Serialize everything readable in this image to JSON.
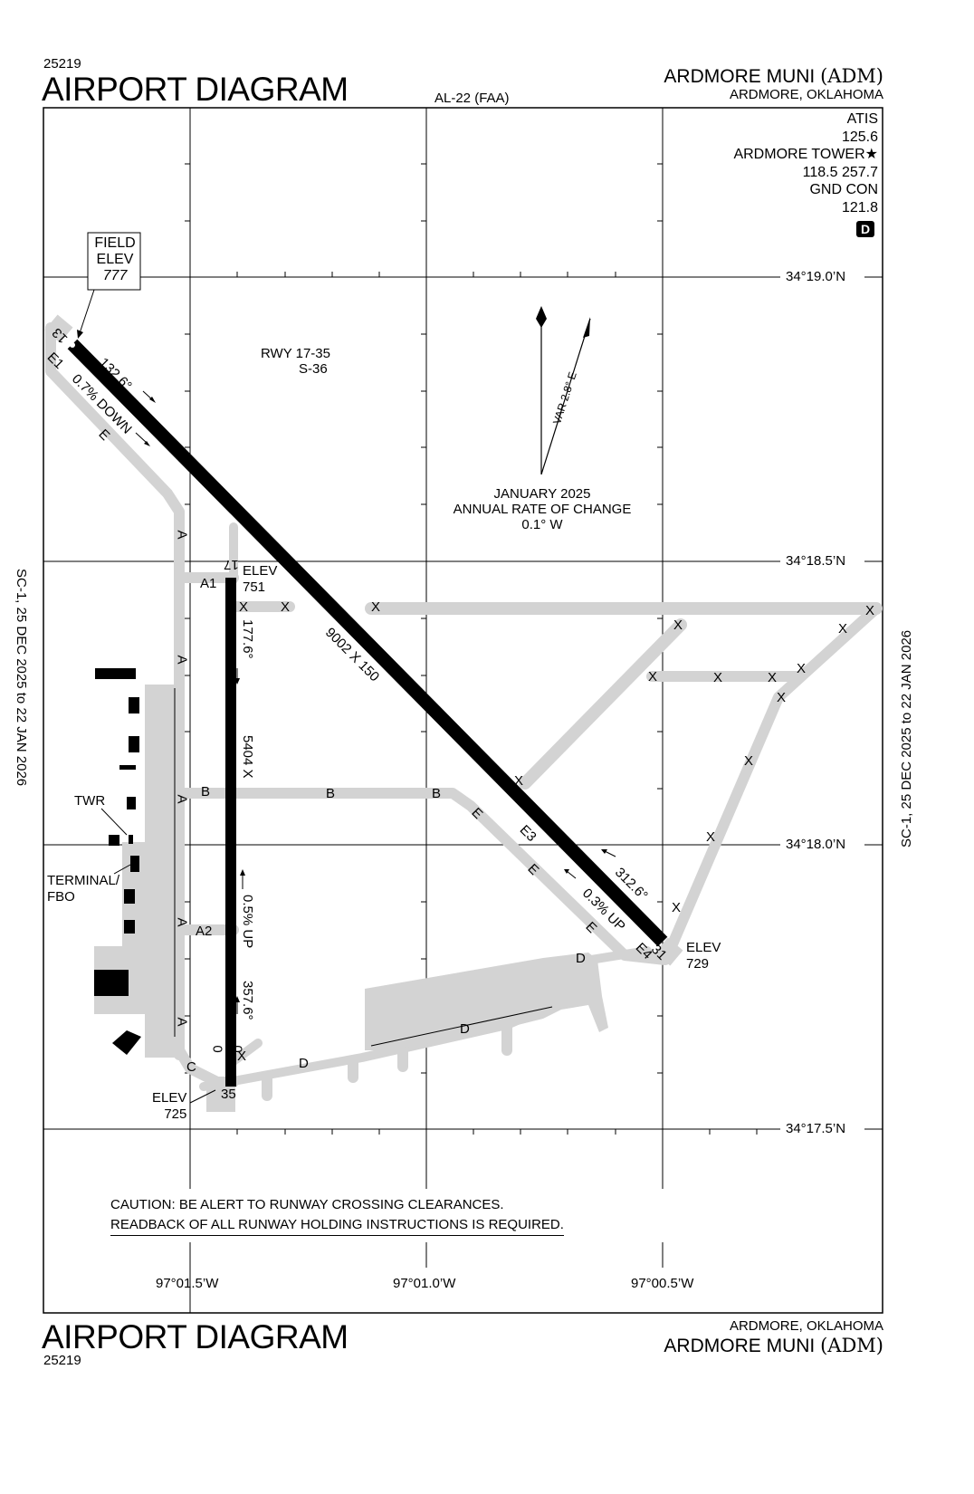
{
  "header": {
    "chart_id": "25219",
    "title": "AIRPORT DIAGRAM",
    "chart_code": "AL-22 (FAA)",
    "airport_name": "ARDMORE MUNI",
    "airport_id": "(ADM)",
    "location": "ARDMORE, OKLAHOMA"
  },
  "footer": {
    "chart_id": "25219",
    "title": "AIRPORT DIAGRAM",
    "airport_name": "ARDMORE MUNI",
    "airport_id": "(ADM)",
    "location": "ARDMORE, OKLAHOMA"
  },
  "margin_notes": {
    "left": "SC-1, 25 DEC 2025 to 22 JAN 2026",
    "right": "SC-1, 25 DEC 2025 to 22 JAN 2026"
  },
  "comms": {
    "atis_label": "ATIS",
    "atis_freq": "125.6",
    "tower_label": "ARDMORE TOWER★",
    "tower_freq": "118.5  257.7",
    "gnd_label": "GND CON",
    "gnd_freq": "121.8",
    "airspace_class": "D"
  },
  "field_elev": {
    "label1": "FIELD",
    "label2": "ELEV",
    "value": "777"
  },
  "latitudes": [
    "34°19.0’N",
    "34°18.5’N",
    "34°18.0’N",
    "34°17.5’N"
  ],
  "longitudes": [
    "97°01.5’W",
    "97°01.0’W",
    "97°00.5’W"
  ],
  "magnetic": {
    "var": "VAR 2.8° E",
    "date": "JANUARY 2025",
    "rate_label": "ANNUAL RATE OF CHANGE",
    "rate": "0.1° W"
  },
  "runways": {
    "rwy_1735_label": "RWY 17-35",
    "rwy_1735_strength": "S-36",
    "rwy13_31": {
      "end_a": "13",
      "end_b": "31",
      "heading_a": "132.6°",
      "heading_b": "312.6°",
      "slope_a": "0.7% DOWN",
      "slope_b": "0.3% UP",
      "dims": "9002 X 150",
      "elev_b_label": "ELEV",
      "elev_b": "729"
    },
    "rwy17_35": {
      "end_a": "17",
      "end_b": "35",
      "heading_a": "177.6°",
      "heading_b": "357.6°",
      "slope": "0.5% UP",
      "dims_a": "5404 X",
      "dims_b": "100",
      "elev_a_label": "ELEV",
      "elev_a": "751",
      "elev_b_label": "ELEV",
      "elev_b": "725"
    }
  },
  "taxiways": {
    "A": "A",
    "A1": "A1",
    "A2": "A2",
    "B": "B",
    "C": "C",
    "D": "D",
    "E": "E",
    "E1": "E1",
    "E3": "E3",
    "E4": "E4",
    "closed": "X",
    "zero": "0"
  },
  "buildings": {
    "twr": "TWR",
    "terminal_1": "TERMINAL/",
    "terminal_2": "FBO"
  },
  "caution": {
    "line1": "CAUTION: BE ALERT TO RUNWAY CROSSING CLEARANCES.",
    "line2": "READBACK OF ALL RUNWAY HOLDING INSTRUCTIONS IS REQUIRED."
  },
  "colors": {
    "pavement": "#d3d3d3",
    "runway": "#000000",
    "grid": "#000000"
  }
}
